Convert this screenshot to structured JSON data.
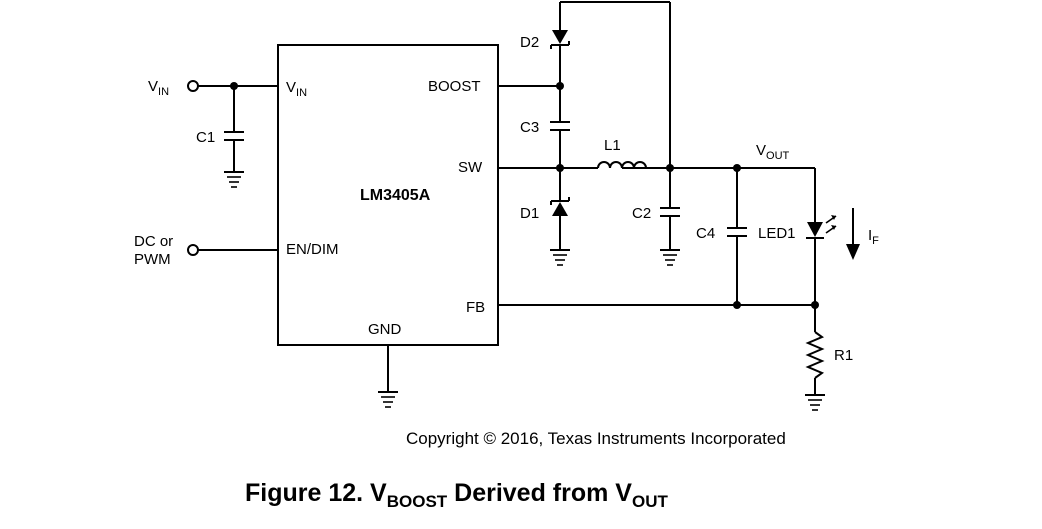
{
  "chip": {
    "name": "LM3405A",
    "pins": {
      "vin": {
        "main": "V",
        "sub": "IN"
      },
      "boost": "BOOST",
      "sw": "SW",
      "en_dim": "EN/DIM",
      "fb": "FB",
      "gnd": "GND"
    }
  },
  "inputs": {
    "vin": {
      "main": "V",
      "sub": "IN"
    },
    "dc_line1": "DC or",
    "dc_line2": "PWM"
  },
  "components": {
    "c1": "C1",
    "c2": "C2",
    "c3": "C3",
    "c4": "C4",
    "d1": "D1",
    "d2": "D2",
    "l1": "L1",
    "led1": "LED1",
    "r1": "R1"
  },
  "output": {
    "vout": {
      "main": "V",
      "sub": "OUT"
    },
    "if": {
      "main": "I",
      "sub": "F"
    }
  },
  "copyright": "Copyright © 2016, Texas Instruments Incorporated",
  "caption": {
    "prefix": "Figure 12.",
    "v1": "V",
    "sub1": "BOOST",
    "mid": " Derived from ",
    "v2": "V",
    "sub2": "OUT"
  }
}
